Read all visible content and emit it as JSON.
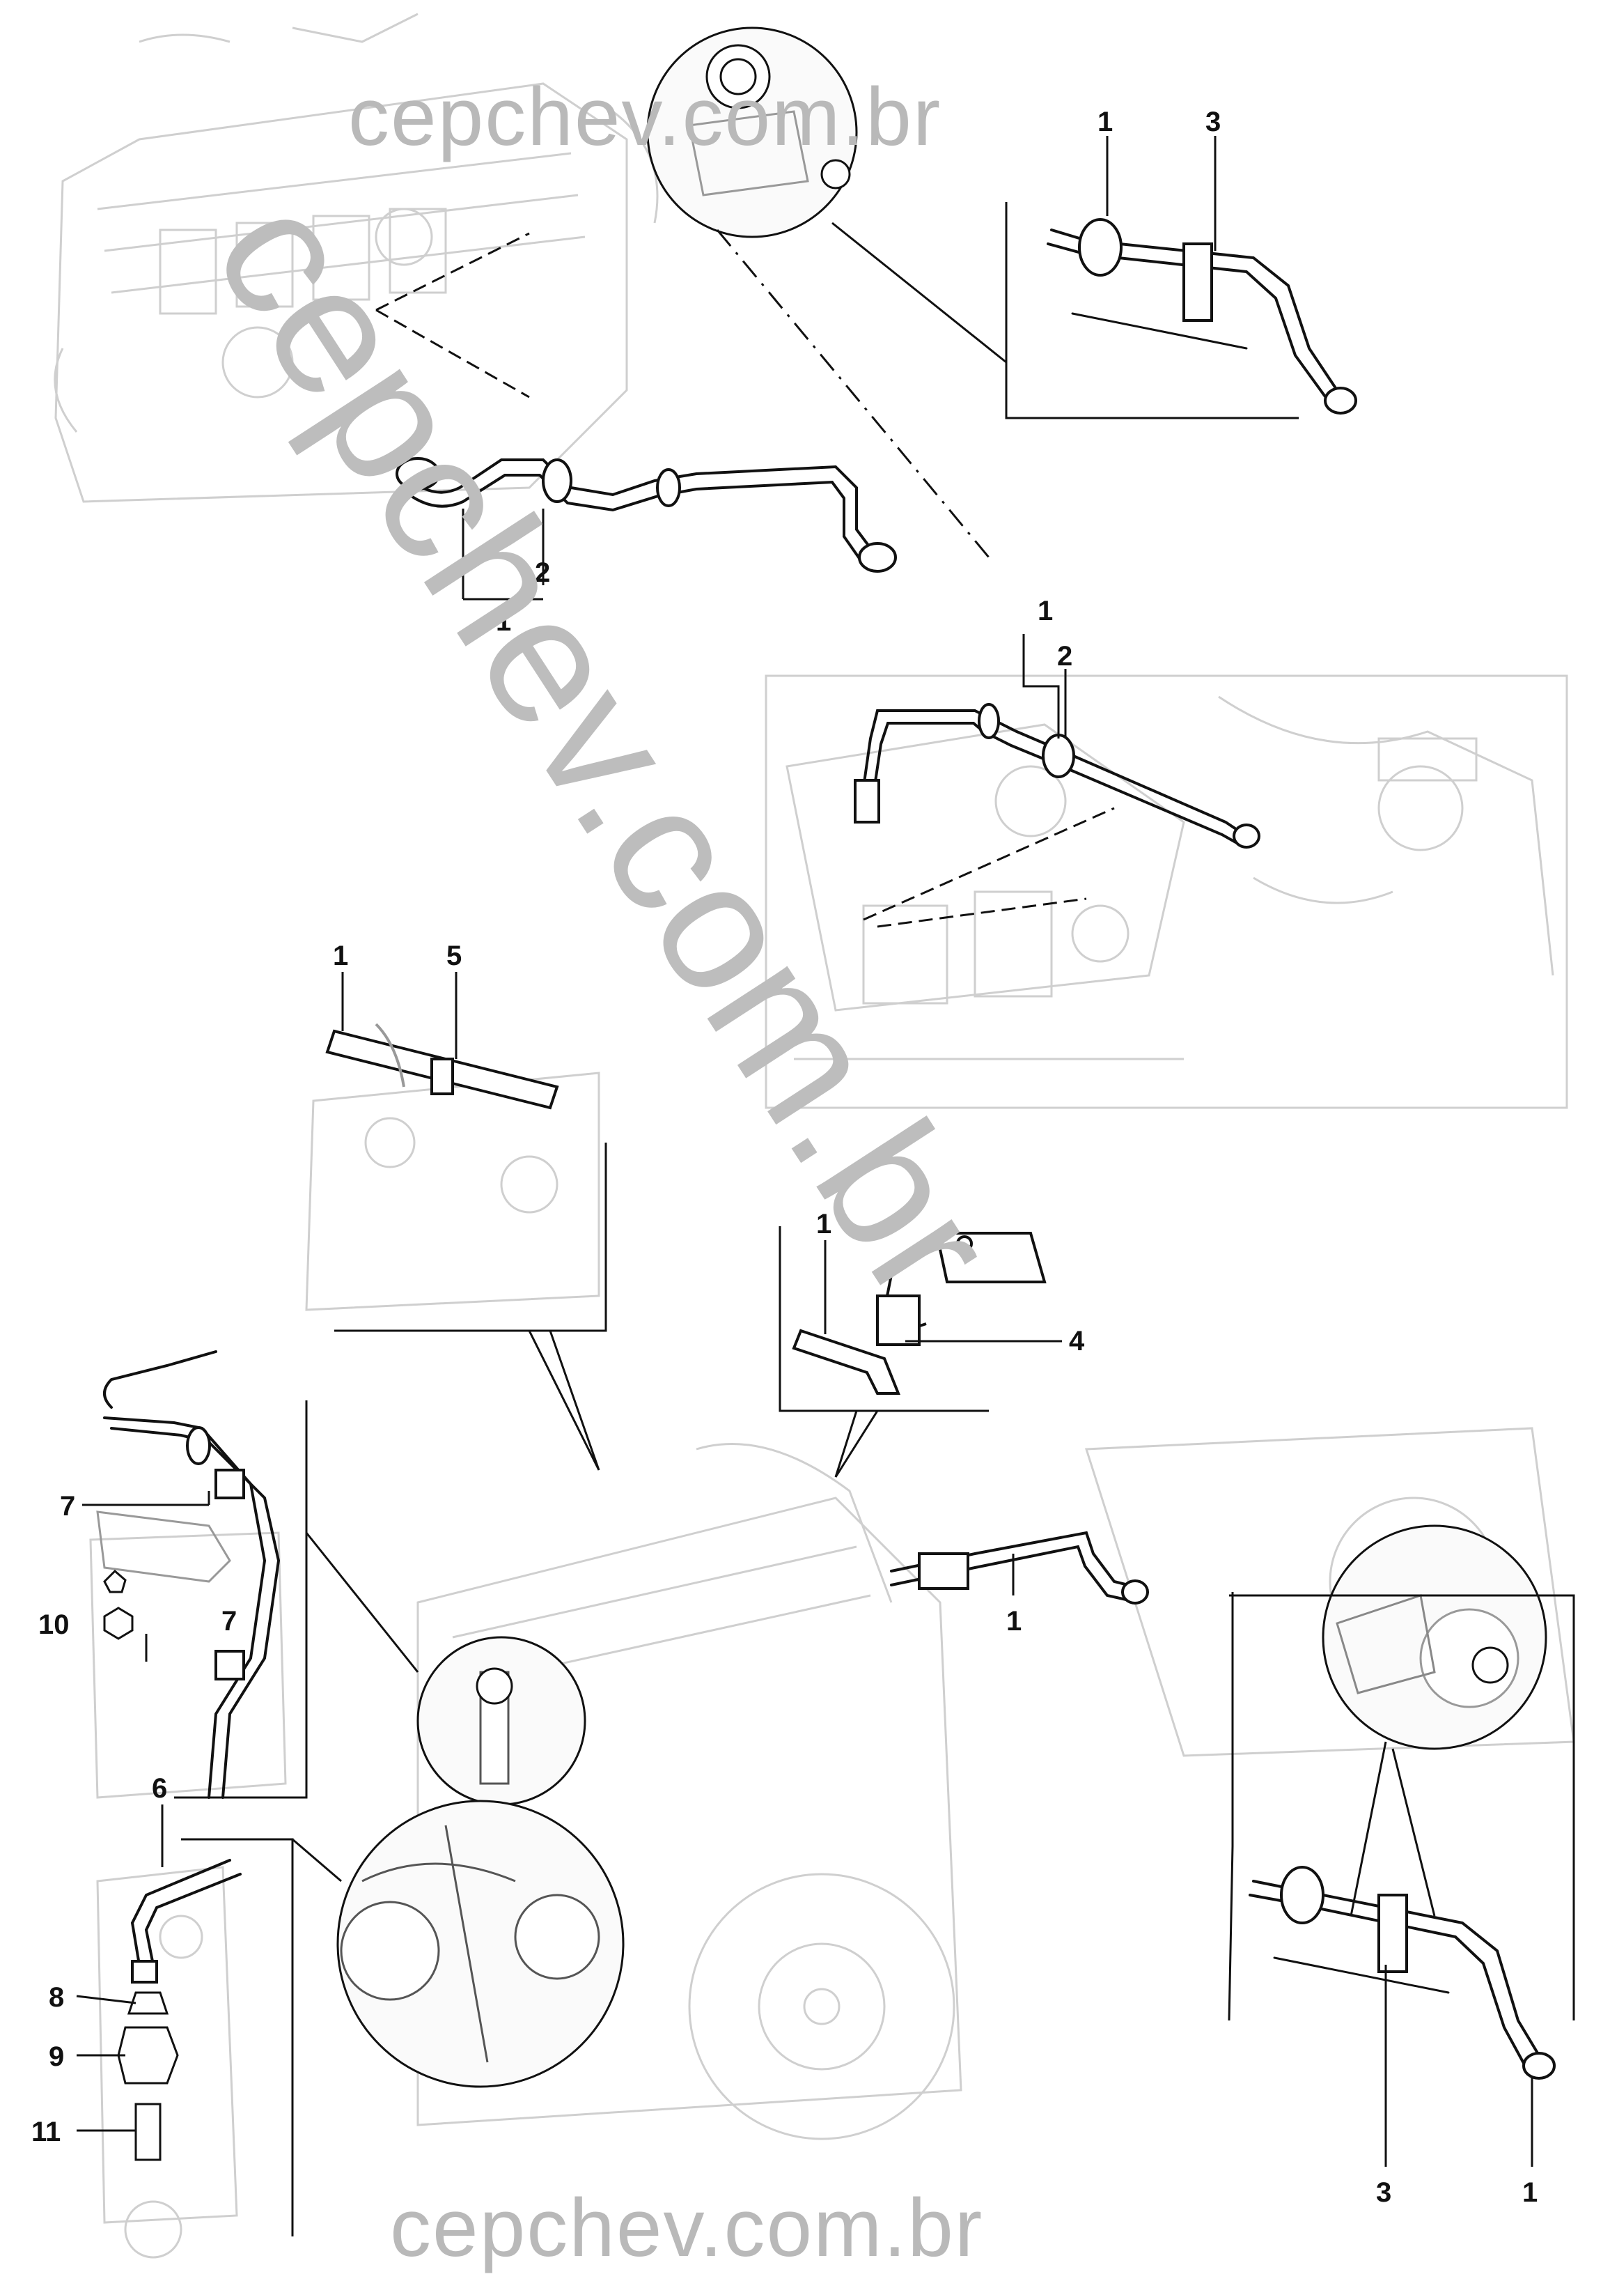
{
  "watermarks": {
    "top": "cepchev.com.br",
    "diagonal": "cepchev.com.br",
    "bottom": "cepchev.com.br"
  },
  "callouts": [
    {
      "id": "c1a",
      "text": "1"
    },
    {
      "id": "c3a",
      "text": "3"
    },
    {
      "id": "c2a",
      "text": "2"
    },
    {
      "id": "c1b",
      "text": "1"
    },
    {
      "id": "c1c",
      "text": "1"
    },
    {
      "id": "c2c",
      "text": "2"
    },
    {
      "id": "c1d",
      "text": "1"
    },
    {
      "id": "c5",
      "text": "5"
    },
    {
      "id": "c1e",
      "text": "1"
    },
    {
      "id": "c4",
      "text": "4"
    },
    {
      "id": "c7a",
      "text": "7"
    },
    {
      "id": "c10",
      "text": "10"
    },
    {
      "id": "c7b",
      "text": "7"
    },
    {
      "id": "c6",
      "text": "6"
    },
    {
      "id": "c1f",
      "text": "1"
    },
    {
      "id": "c8",
      "text": "8"
    },
    {
      "id": "c9",
      "text": "9"
    },
    {
      "id": "c11",
      "text": "11"
    },
    {
      "id": "c3b",
      "text": "3"
    },
    {
      "id": "c1g",
      "text": "1"
    }
  ],
  "colors": {
    "line": "#111111",
    "sketch": "#cfcfcf",
    "watermark": "#b9b9b9"
  }
}
